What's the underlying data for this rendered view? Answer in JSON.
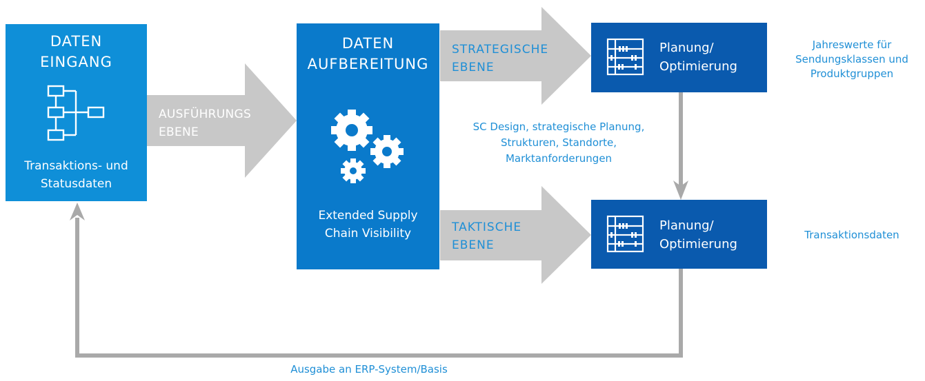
{
  "box_eingang": {
    "title_line1": "DATEN",
    "title_line2": "EINGANG",
    "sub_line1": "Transaktions- und",
    "sub_line2": "Statusdaten"
  },
  "box_aufbereitung": {
    "title_line1": "DATEN",
    "title_line2": "AUFBEREITUNG",
    "sub_line1": "Extended Supply",
    "sub_line2": "Chain Visibility"
  },
  "arrow_ausfuehrung": {
    "line1": "AUSFÜHRUNGS",
    "line2": "EBENE"
  },
  "arrow_strategisch": {
    "line1": "STRATEGISCHE",
    "line2": "EBENE"
  },
  "arrow_taktisch": {
    "line1": "TAKTISCHE",
    "line2": "EBENE"
  },
  "plan_top": {
    "line1": "Planung/",
    "line2": "Optimierung"
  },
  "plan_bottom": {
    "line1": "Planung/",
    "line2": "Optimierung"
  },
  "note_top_right": {
    "line1": "Jahreswerte für",
    "line2": "Sendungsklassen und",
    "line3": "Produktgruppen"
  },
  "note_mid_right": "Transaktionsdaten",
  "note_center": {
    "line1": "SC Design, strategische Planung,",
    "line2": "Strukturen, Standorte,",
    "line3": "Marktanforderungen"
  },
  "note_bottom": "Ausgabe an ERP-System/Basis",
  "colors": {
    "box_light": "#0f8fd8",
    "box_mid": "#0a7acb",
    "box_dark": "#0a5aae",
    "arrow_gray": "#c8c8c8",
    "line_gray": "#a9a9a9",
    "text_blue": "#1f8fd6"
  }
}
